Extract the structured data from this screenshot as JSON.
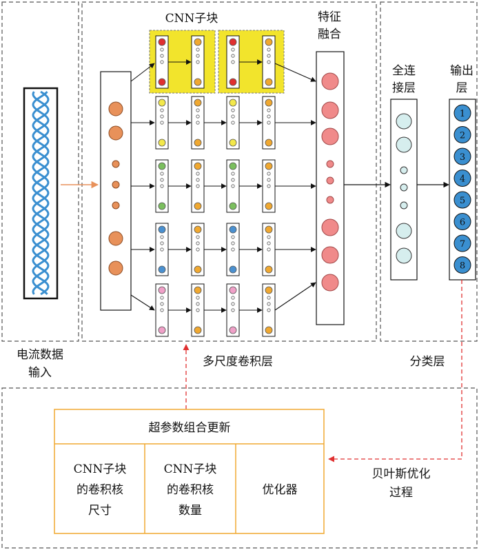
{
  "labels": {
    "input_line1": "电流数据",
    "input_line2": "输入",
    "cnn_block": "CNN子块",
    "fusion_line1": "特征",
    "fusion_line2": "融合",
    "fc_line1": "全连",
    "fc_line2": "接层",
    "output_line1": "输出",
    "output_line2": "层",
    "multi_scale": "多尺度卷积层",
    "classification": "分类层",
    "hyperparam_title": "超参数组合更新",
    "cell1_line1": "CNN子块",
    "cell1_line2": "的卷积核",
    "cell1_line3": "尺寸",
    "cell2_line1": "CNN子块",
    "cell2_line2": "的卷积核",
    "cell2_line3": "数量",
    "cell3": "优化器",
    "bayes_line1": "贝叶斯优化",
    "bayes_line2": "过程"
  },
  "output_classes": [
    "1",
    "2",
    "3",
    "4",
    "5",
    "6",
    "7",
    "8"
  ],
  "colors": {
    "wave": "#3a8fd0",
    "input_node": "#e8915a",
    "fusion_node": "#f08a8a",
    "fc_node": "#d6eeee",
    "output_node": "#3a8fd0",
    "cnn_highlight": "#f2e42c",
    "row_red": "#e03030",
    "row_yellow": "#f3e84a",
    "row_green": "#7bbf5e",
    "row_blue": "#4a90d0",
    "row_pink": "#f0a0c8",
    "kernel_orange": "#f0a830",
    "input_arrow": "#e8915a",
    "bayes_arrow": "#e03030",
    "hyper_border": "#f0a830"
  }
}
